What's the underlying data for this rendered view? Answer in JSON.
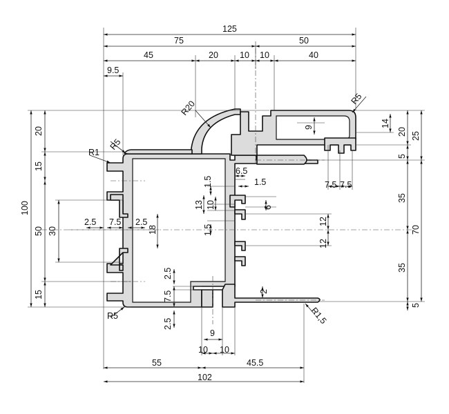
{
  "dimensions": {
    "top": {
      "d125": "125",
      "d75": "75",
      "d50": "50",
      "d45": "45",
      "d20": "20",
      "d10a": "10",
      "d10b": "10",
      "d40": "40",
      "d9_5": "9.5"
    },
    "radii": {
      "r20": "R20",
      "r5_top": "R5",
      "r5_left": "R5",
      "r1": "R1",
      "r5_bottom": "R5",
      "r1_5": "R1,5"
    },
    "left": {
      "d100": "100",
      "d20": "20",
      "d15a": "15",
      "d50": "50",
      "d30": "30",
      "d15b": "15"
    },
    "right": {
      "d14": "14",
      "d20": "20",
      "d25": "25",
      "d5a": "5",
      "d35a": "35",
      "d70": "70",
      "d35b": "35",
      "d5b": "5"
    },
    "inner": {
      "d9": "9",
      "d6_5": "6.5",
      "d1_5a": "1.5",
      "d1_5b": "1.5",
      "d13": "13",
      "d10": "10",
      "d6": "6",
      "d12a": "12",
      "d12b": "12",
      "d1_5c": "1.5",
      "d7_5a": "7.5",
      "d7_5b": "7.5",
      "d2_5a": "2.5",
      "d7_5c": "7.5",
      "d2_5b": "2.5",
      "d18": "18",
      "d2_5c": "2.5",
      "d7_5d": "7.5",
      "d2_5d": "2.5",
      "d2": "2"
    },
    "bottom": {
      "d9": "9",
      "d10a": "10",
      "d10b": "10",
      "d55": "55",
      "d45_5": "45.5",
      "d102": "102"
    }
  }
}
